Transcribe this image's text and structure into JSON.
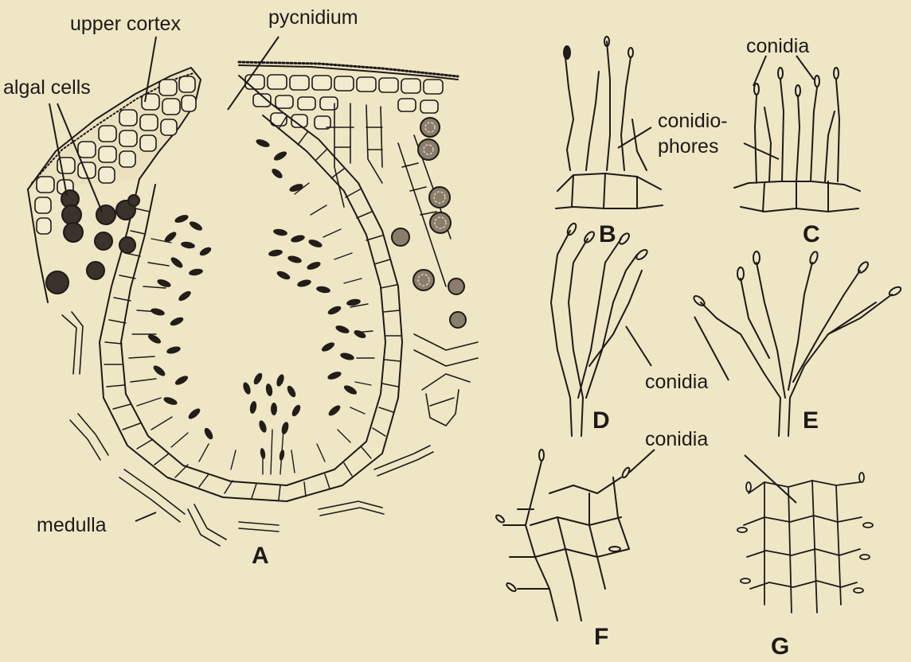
{
  "labels": {
    "upper_cortex": "upper cortex",
    "pycnidium": "pycnidium",
    "algal_cells": "algal cells",
    "conidia_c": "conidia",
    "conidiophores_line1": "conidio-",
    "conidiophores_line2": "phores",
    "conidia_de": "conidia",
    "conidia_fg": "conidia",
    "medulla": "medulla"
  },
  "panels": {
    "a": "A",
    "b": "B",
    "c": "C",
    "d": "D",
    "e": "E",
    "f": "F",
    "g": "G"
  },
  "colors": {
    "paper": "#efe6c6",
    "ink": "#1d1a16",
    "cell_fill": "#f3ebd0",
    "algal_fill": "#3a322b",
    "algal_light": "#8a7d6c",
    "conidia_dark": "#231d19"
  }
}
